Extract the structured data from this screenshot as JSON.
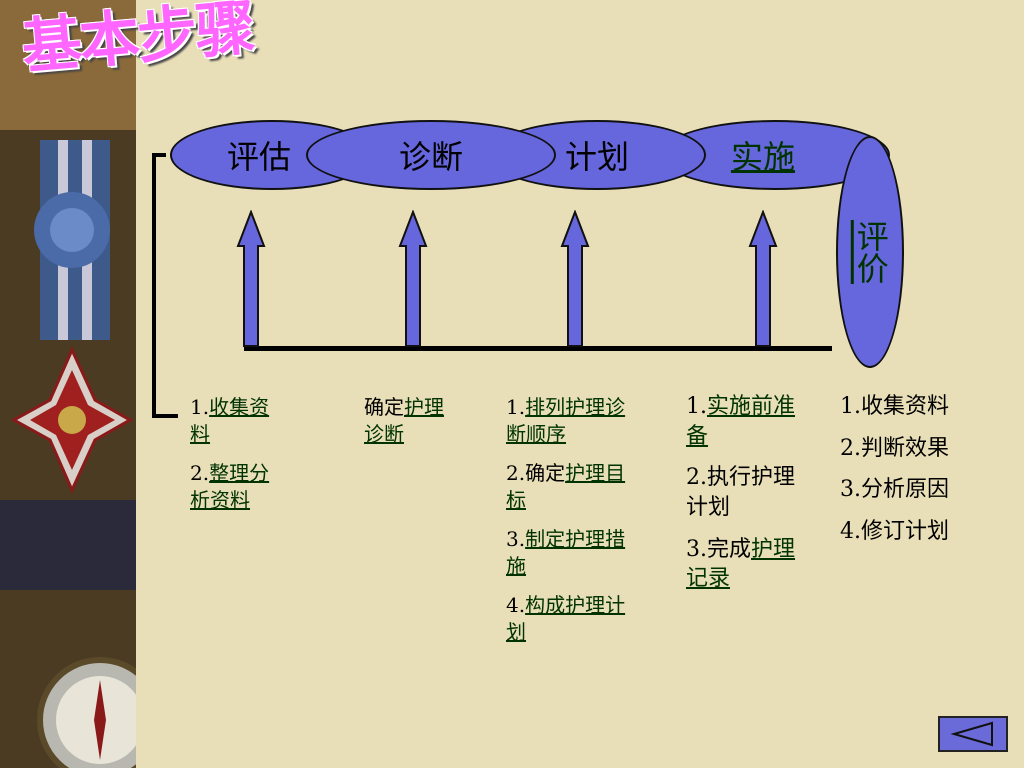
{
  "title": "基本步骤",
  "stages": [
    "评估",
    "诊断",
    "计划",
    "实施"
  ],
  "evaluation_stage": "评价",
  "columns": {
    "assessment": [
      {
        "num": "1.",
        "link": "收集资料"
      },
      {
        "num": "2.",
        "link": "整理分析资料"
      }
    ],
    "diagnosis": {
      "pre": "确定",
      "link": "护理诊断"
    },
    "planning": [
      {
        "num": "1.",
        "pre": "",
        "link": "排列护理诊断顺序"
      },
      {
        "num": "2.",
        "pre": "确定",
        "link": "护理目标"
      },
      {
        "num": "3.",
        "pre": "",
        "link": "制定护理措施"
      },
      {
        "num": "4.",
        "pre": "",
        "link": "构成护理计划"
      }
    ],
    "implementation": [
      {
        "num": "1.",
        "pre": "",
        "link": "实施前准备",
        "post": ""
      },
      {
        "num": "2.",
        "pre": "执行护理计划",
        "link": "",
        "post": ""
      },
      {
        "num": "3.",
        "pre": "完成",
        "link": "护理记录",
        "post": ""
      }
    ],
    "evaluation": [
      {
        "num": "1.",
        "text": "收集资料"
      },
      {
        "num": "2.",
        "text": "判断效果"
      },
      {
        "num": "3.",
        "text": "分析原因"
      },
      {
        "num": "4.",
        "text": "修订计划"
      }
    ]
  },
  "colors": {
    "background": "#e8dfb8",
    "ellipse_fill": "#6666dd",
    "arrow_fill": "#6666dd",
    "link_text": "#003300",
    "title": "#ff66ff"
  },
  "icons": {
    "nav_back": "triangle-left-icon"
  }
}
